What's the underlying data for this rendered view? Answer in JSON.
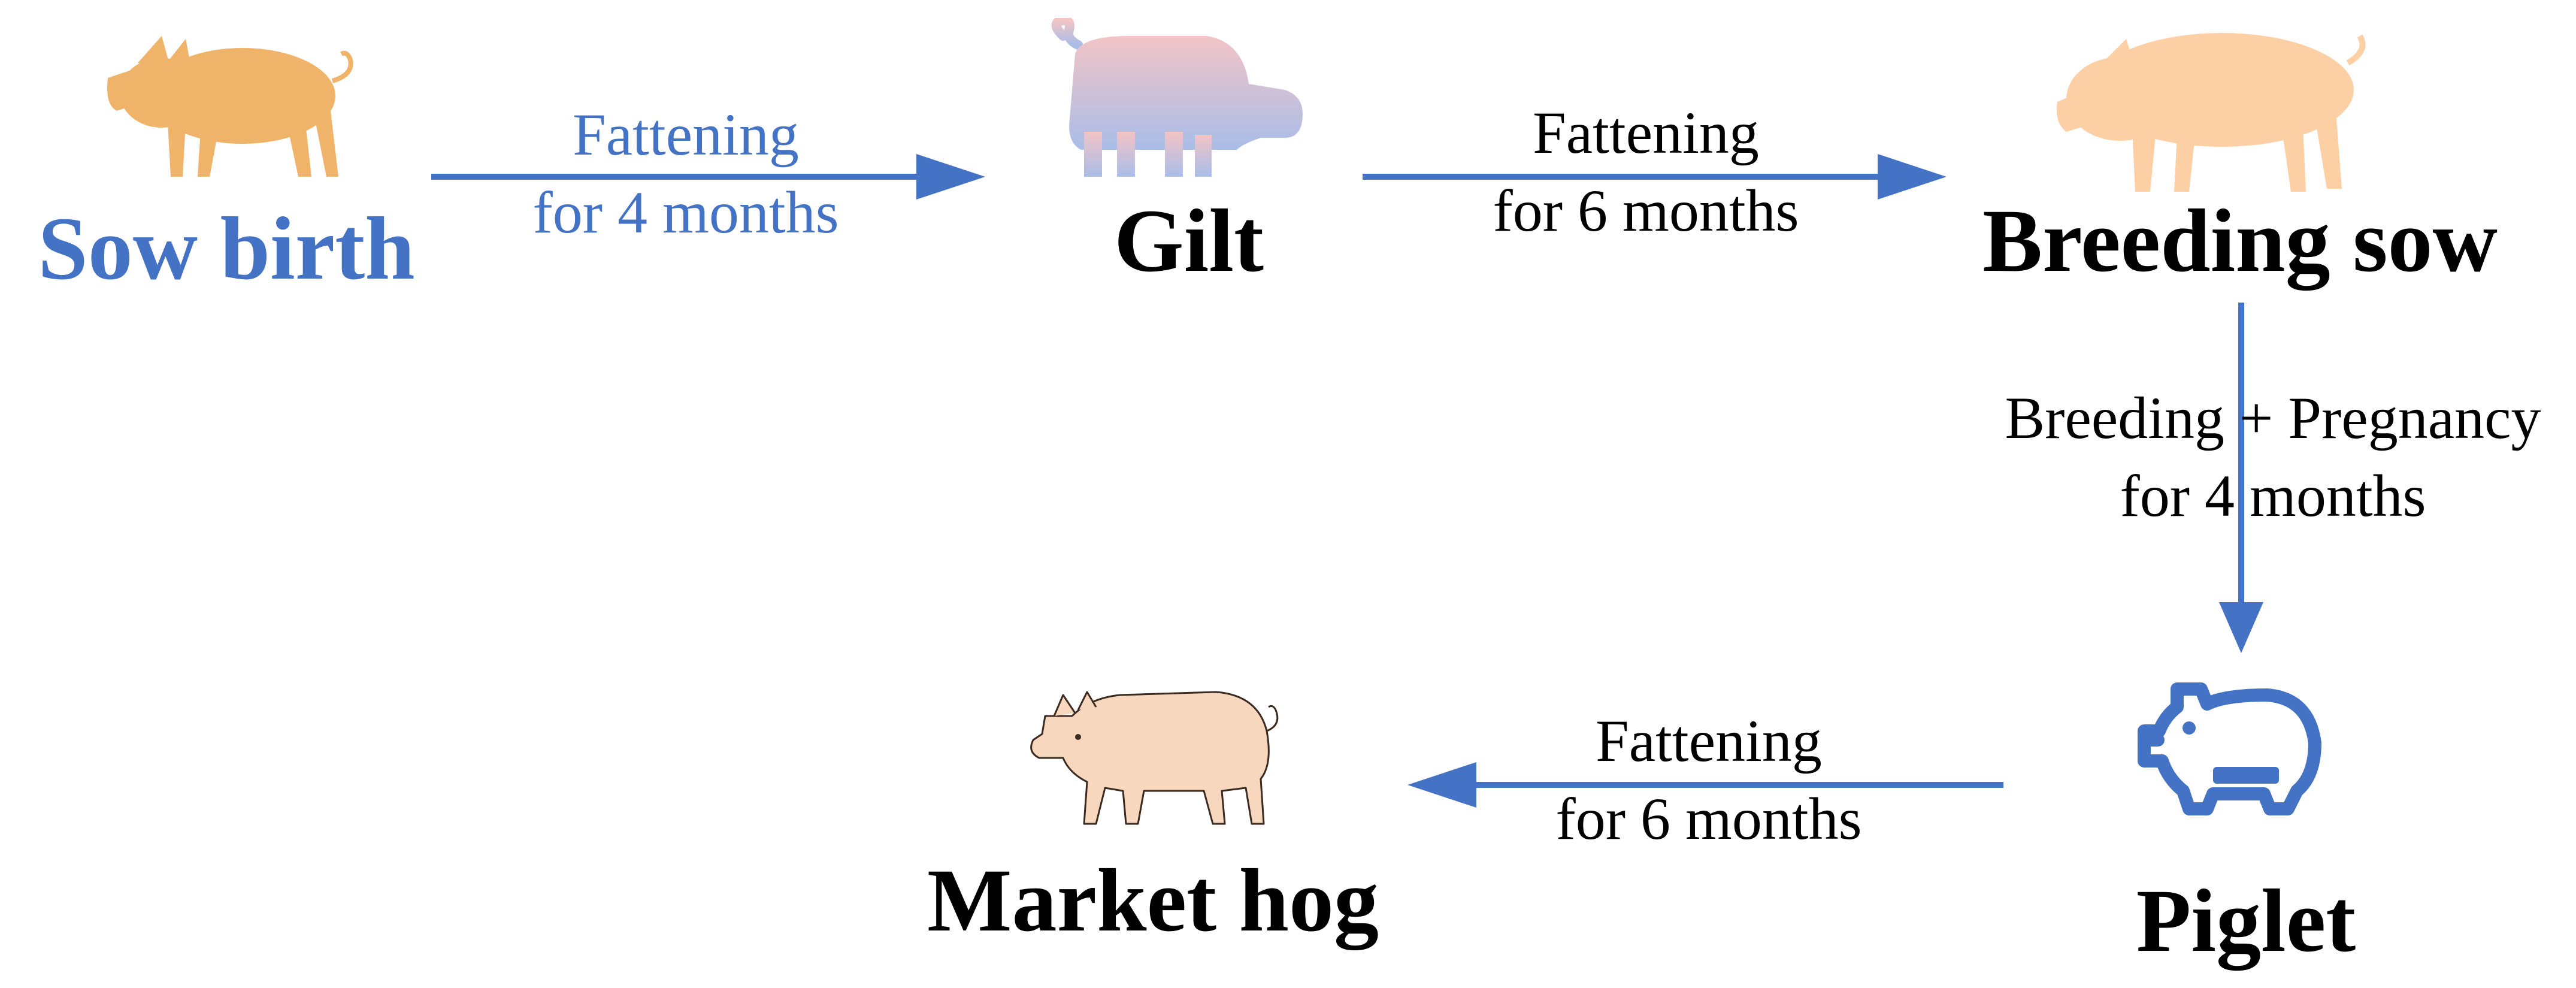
{
  "colors": {
    "accent_blue": "#4472c4",
    "label_dark": "#000000",
    "pig_orange": "#f0b36a",
    "pig_peach": "#fdcfa4",
    "pig_pink": "#f8d7bf",
    "gilt_top": "#f2c4c6",
    "gilt_bottom": "#a9bde8"
  },
  "nodes": {
    "sow_birth": {
      "label": "Sow birth",
      "icon": "pig-silhouette-icon"
    },
    "gilt": {
      "label": "Gilt",
      "icon": "gilt-pig-icon"
    },
    "breeding_sow": {
      "label": "Breeding sow",
      "icon": "sow-silhouette-icon"
    },
    "piglet": {
      "label": "Piglet",
      "icon": "piggy-bank-outline-icon"
    },
    "market_hog": {
      "label": "Market hog",
      "icon": "pig-outline-icon"
    }
  },
  "edges": {
    "birth_to_gilt": {
      "line1": "Fattening",
      "line2": "for 4 months"
    },
    "gilt_to_sow": {
      "line1": "Fattening",
      "line2": "for 6 months"
    },
    "sow_to_piglet": {
      "line1": "Breeding + Pregnancy",
      "line2": "for 4 months"
    },
    "piglet_to_hog": {
      "line1": "Fattening",
      "line2": "for 6 months"
    }
  }
}
